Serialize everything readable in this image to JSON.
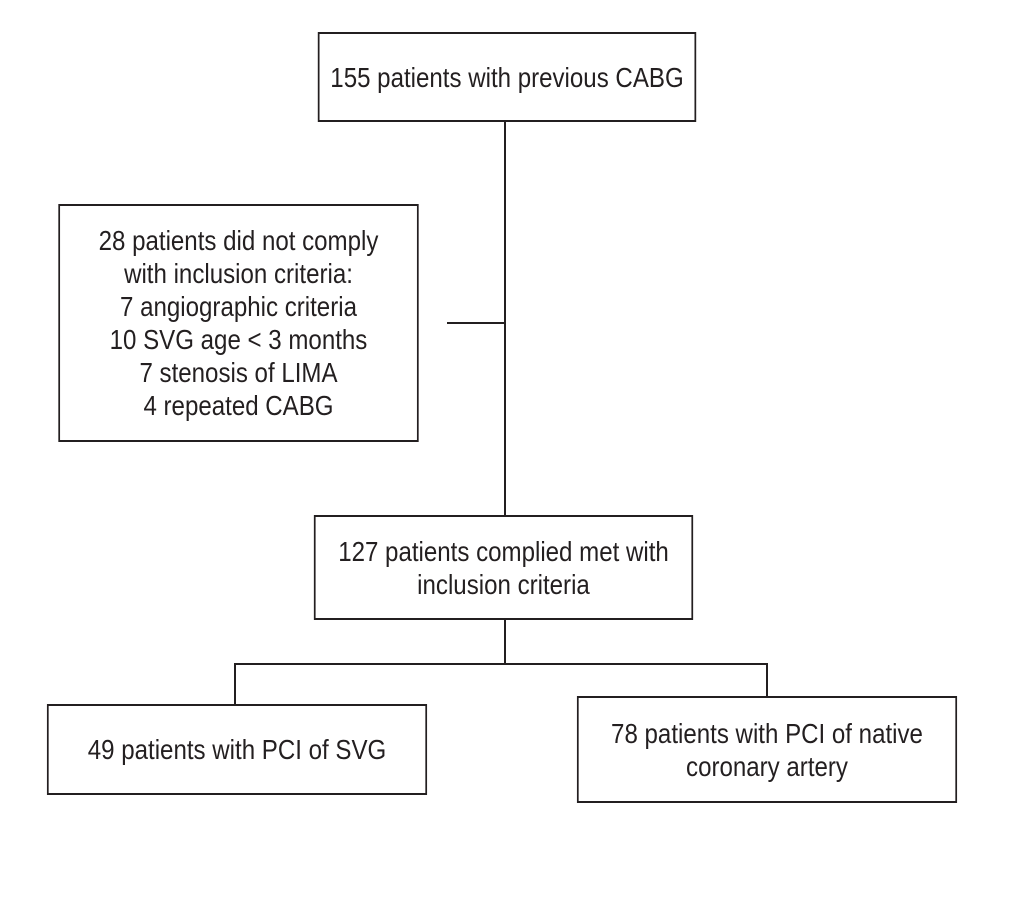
{
  "diagram": {
    "top_box": {
      "lines": [
        "155 patients with previous CABG"
      ]
    },
    "excluded_box": {
      "lines": [
        "28 patients did not comply",
        "with inclusion criteria:",
        "7 angiographic criteria",
        "10 SVG age < 3 months",
        "7 stenosis of LIMA",
        "4 repeated CABG"
      ]
    },
    "included_box": {
      "lines": [
        "127 patients complied met with",
        "inclusion criteria"
      ]
    },
    "svg_pci_box": {
      "lines": [
        "49 patients with PCI of SVG"
      ]
    },
    "native_pci_box": {
      "lines": [
        "78 patients with PCI of native",
        "coronary artery"
      ]
    }
  }
}
